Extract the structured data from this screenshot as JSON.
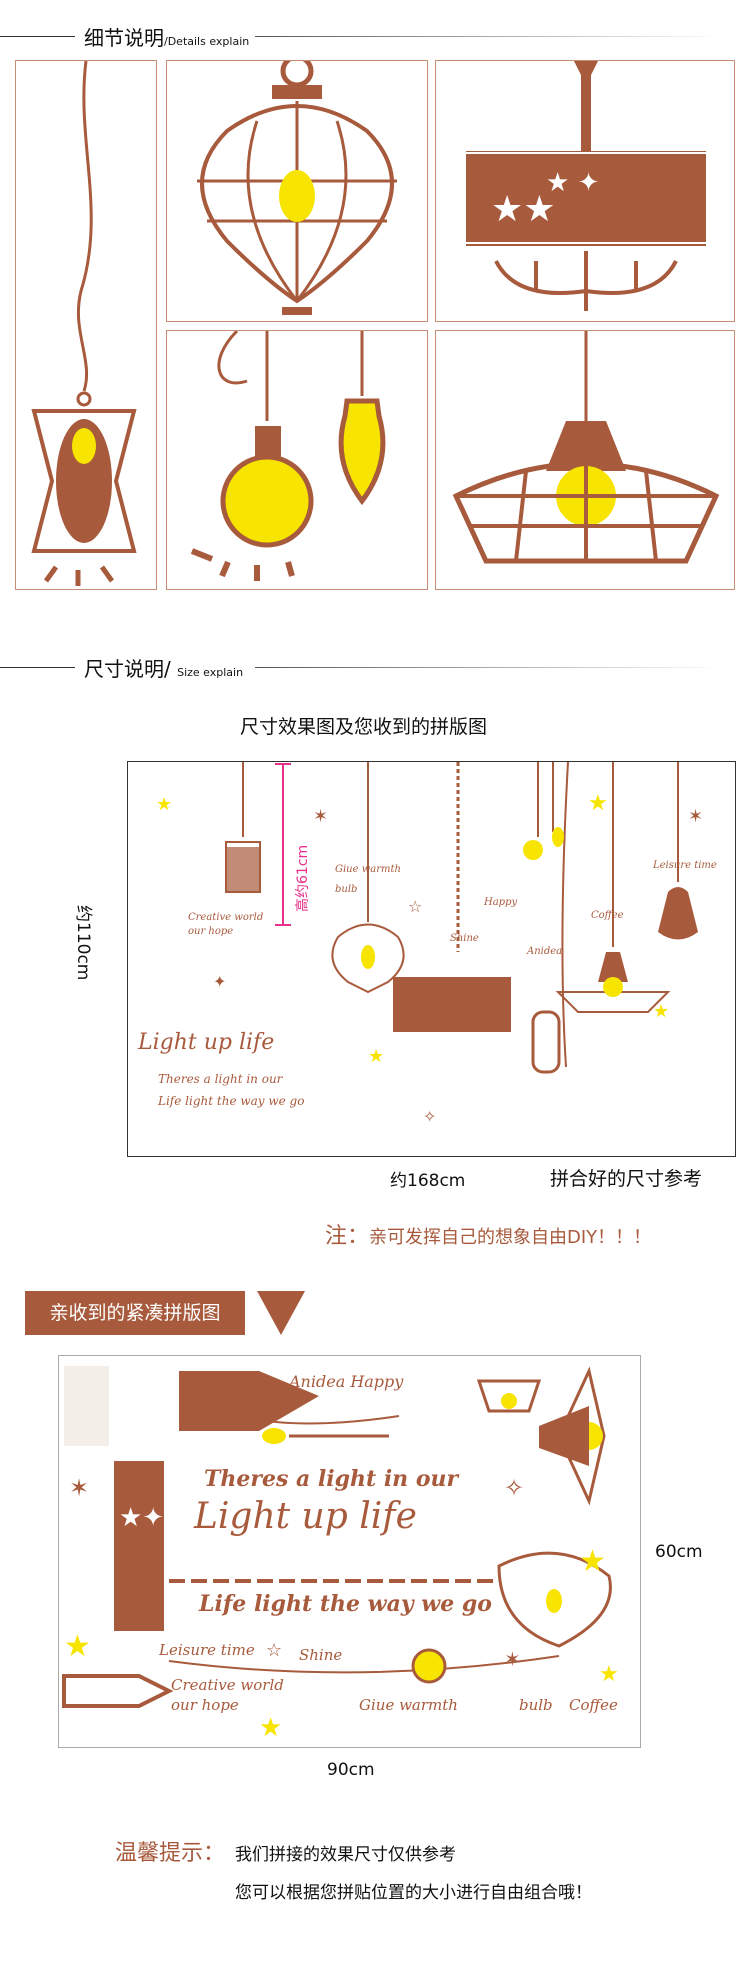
{
  "details_header": {
    "title": "细节说明",
    "subtitle": "/Details explain"
  },
  "size_header": {
    "title": "尺寸说明/",
    "subtitle": "Size explain"
  },
  "size_title": "尺寸效果图及您收到的拼版图",
  "scene": {
    "height_label": "约110cm",
    "width_label": "约168cm",
    "reference_label": "拼合好的尺寸参考",
    "lamp_height_label": "高约61cm",
    "texts": [
      "Creative world",
      "our hope",
      "Giue warmth",
      "bulb",
      "Shine",
      "Happy",
      "Anidea",
      "Coffee",
      "Leisure time",
      "Light up life",
      "Theres a light in our",
      "Life light the way we go"
    ]
  },
  "note": {
    "prefix": "注：",
    "text": "亲可发挥自己的想象自由DIY！！！"
  },
  "sheet_banner": "亲收到的紧凑拼版图",
  "sheet": {
    "height_label": "60cm",
    "width_label": "90cm",
    "texts": [
      "Anidea Happy",
      "Theres a light in our",
      "Light up life",
      "Life light the way we go",
      "Leisure time",
      "Shine",
      "Creative world",
      "our hope",
      "Giue warmth",
      "bulb",
      "Coffee"
    ]
  },
  "tips": {
    "label": "温馨提示：",
    "line1": "我们拼接的效果尺寸仅供参考",
    "line2": "您可以根据您拼贴位置的大小进行自由组合哦！"
  },
  "colors": {
    "brown": "#a85a3c",
    "yellow": "#f7e400",
    "pink": "#e8308a"
  }
}
